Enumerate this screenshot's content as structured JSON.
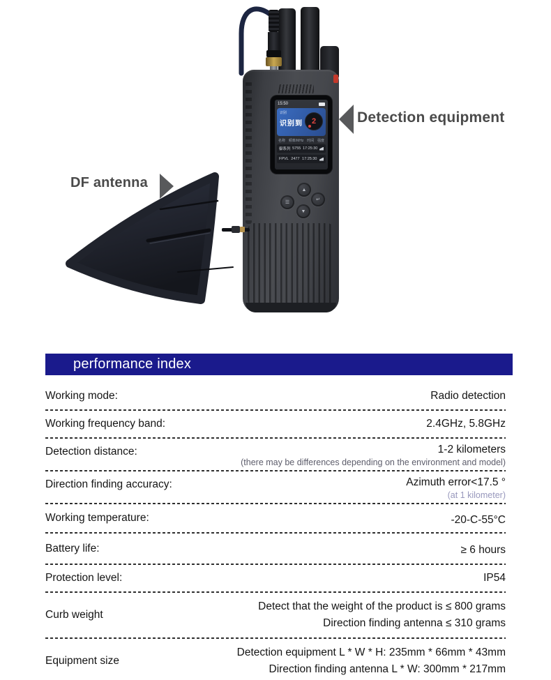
{
  "hero": {
    "device_label": "Detection equipment",
    "antenna_label": "DF antenna",
    "screen": {
      "time": "15:50",
      "card": {
        "sub": "识别",
        "main": "识别到",
        "badge_count": "2"
      },
      "columns": [
        "名称",
        "频率/MHz",
        "时间",
        "强度"
      ],
      "rows": [
        {
          "name": "御系列",
          "freq": "5755",
          "time": "17:25:30"
        },
        {
          "name": "FPVL",
          "freq": "2477",
          "time": "17:25:30"
        }
      ]
    },
    "buttons": {
      "up": "▲",
      "menu": "☰",
      "back": "↵",
      "down": "▼"
    }
  },
  "section": {
    "title": "performance index"
  },
  "specs": [
    {
      "label": "Working mode:",
      "value": "Radio detection"
    },
    {
      "label": "Working frequency band:",
      "value": "2.4GHz, 5.8GHz"
    },
    {
      "label": "Detection distance:",
      "value": "1-2 kilometers",
      "note": "(there may be differences depending on the environment and model)"
    },
    {
      "label": "Direction finding accuracy:",
      "value": "Azimuth error<17.5 °",
      "note": "(at 1 kilometer)"
    },
    {
      "label": "Working temperature:",
      "value": "-20-C-55°C"
    },
    {
      "label": "Battery life:",
      "value": "≥ 6 hours"
    },
    {
      "label": "Protection level:",
      "value": "IP54"
    },
    {
      "label": "Curb weight",
      "value": "Detect that the weight of the product is ≤ 800 grams",
      "value2": "Direction finding antenna ≤ 310 grams"
    },
    {
      "label": "Equipment size",
      "value": "Detection equipment L * W * H: 235mm * 66mm * 43mm",
      "value2": "Direction finding antenna L * W: 300mm * 217mm"
    }
  ],
  "colors": {
    "accent": "#1a1a8c",
    "badge_red": "#e2463f"
  }
}
